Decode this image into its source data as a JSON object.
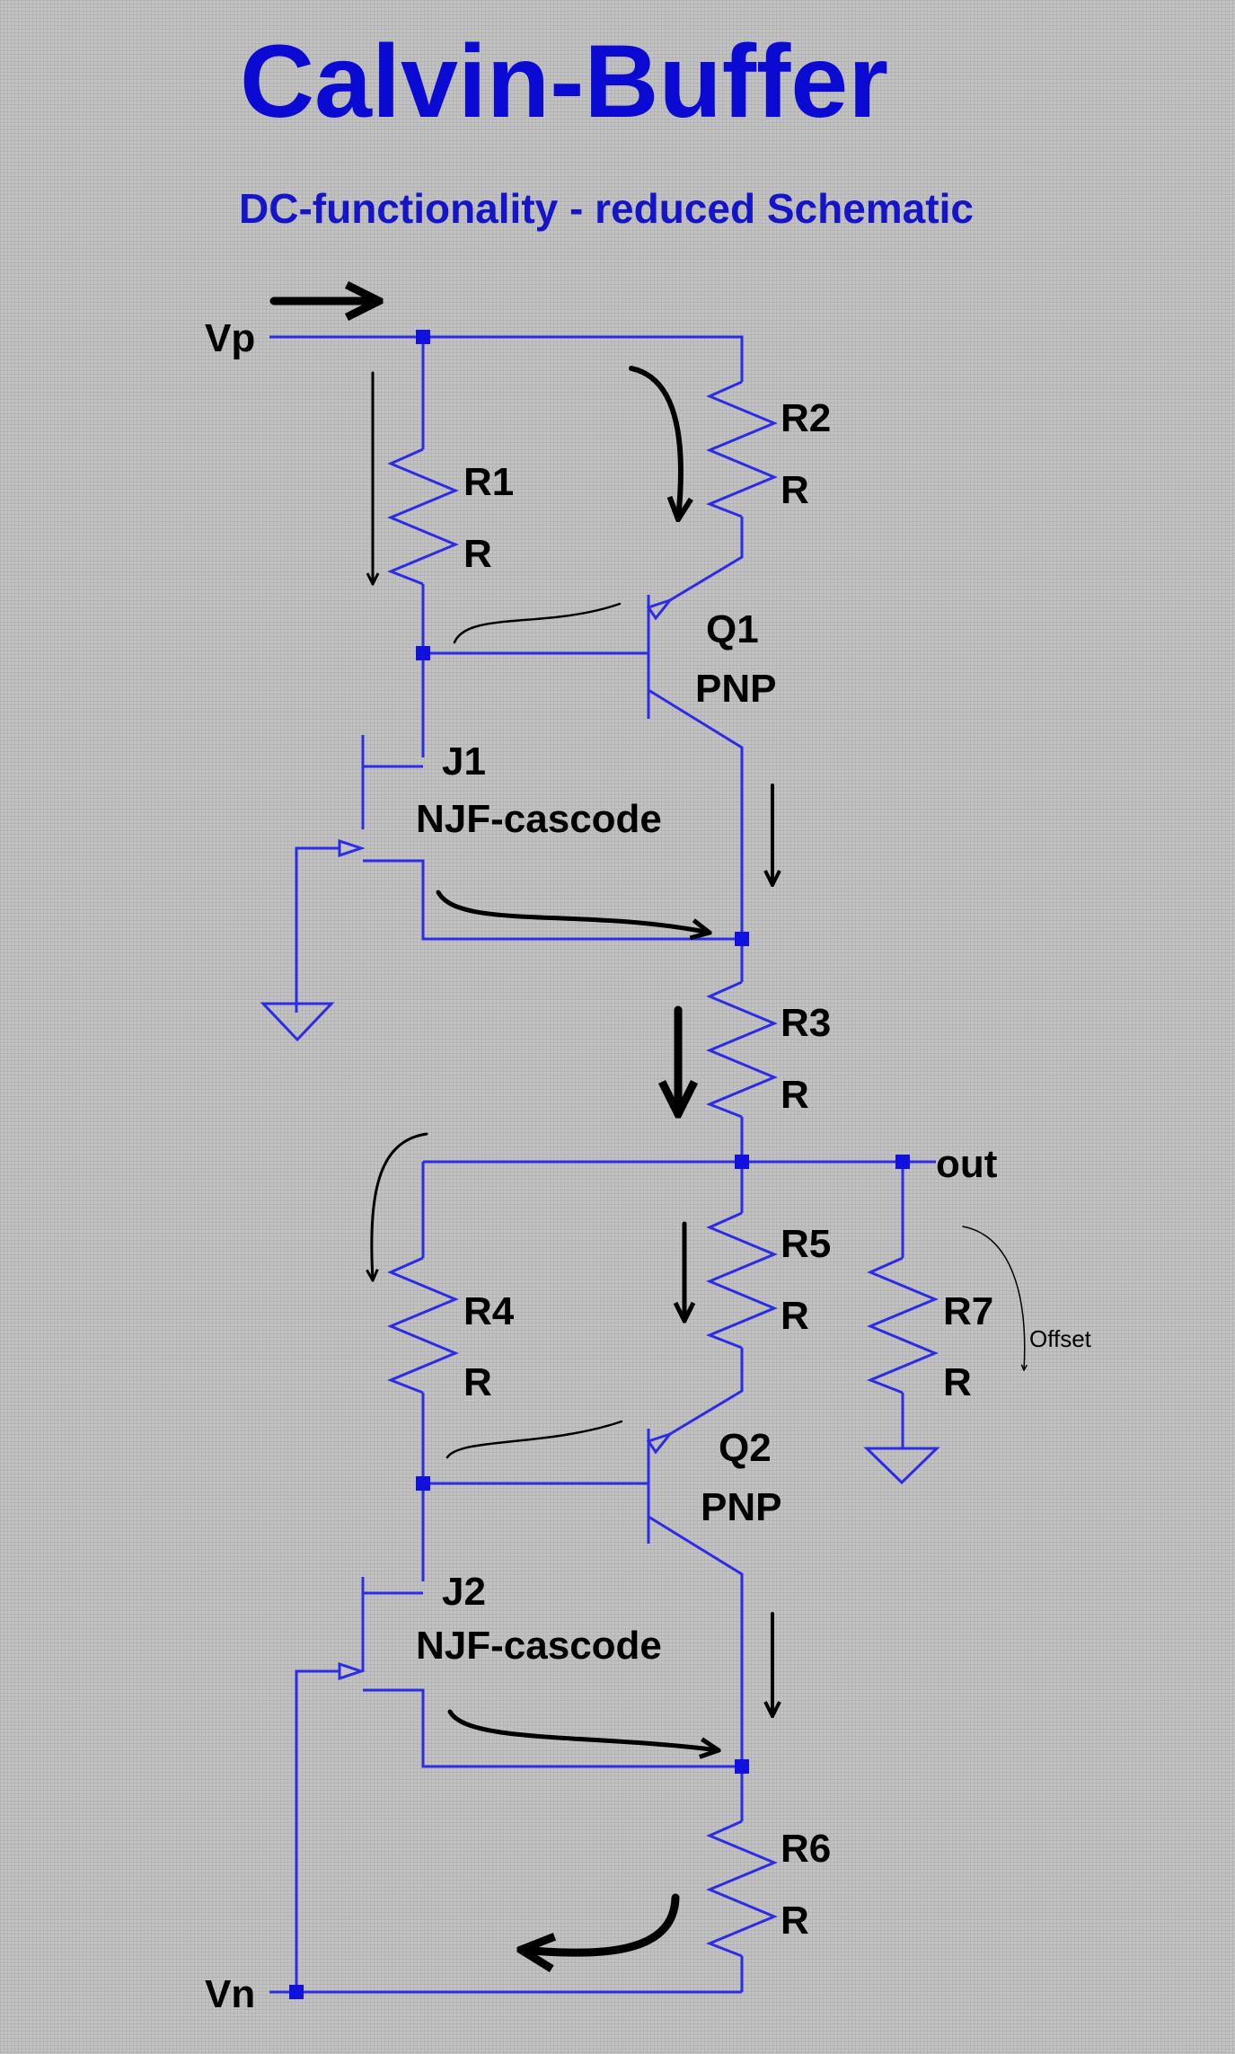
{
  "title": "Calvin-Buffer",
  "subtitle": "DC-functionality - reduced Schematic",
  "nets": {
    "vp": "Vp",
    "vn": "Vn",
    "out": "out"
  },
  "components": {
    "R1": {
      "name": "R1",
      "value": "R"
    },
    "R2": {
      "name": "R2",
      "value": "R"
    },
    "R3": {
      "name": "R3",
      "value": "R"
    },
    "R4": {
      "name": "R4",
      "value": "R"
    },
    "R5": {
      "name": "R5",
      "value": "R"
    },
    "R6": {
      "name": "R6",
      "value": "R"
    },
    "R7": {
      "name": "R7",
      "value": "R"
    },
    "Q1": {
      "name": "Q1",
      "value": "PNP"
    },
    "Q2": {
      "name": "Q2",
      "value": "PNP"
    },
    "J1": {
      "name": "J1",
      "value": "NJF-cascode"
    },
    "J2": {
      "name": "J2",
      "value": "NJF-cascode"
    }
  },
  "annotations": {
    "offset": "Offset"
  },
  "colors": {
    "wire": "#2b2be8",
    "title": "#0a0ad2",
    "background": "#c3c3c3"
  }
}
